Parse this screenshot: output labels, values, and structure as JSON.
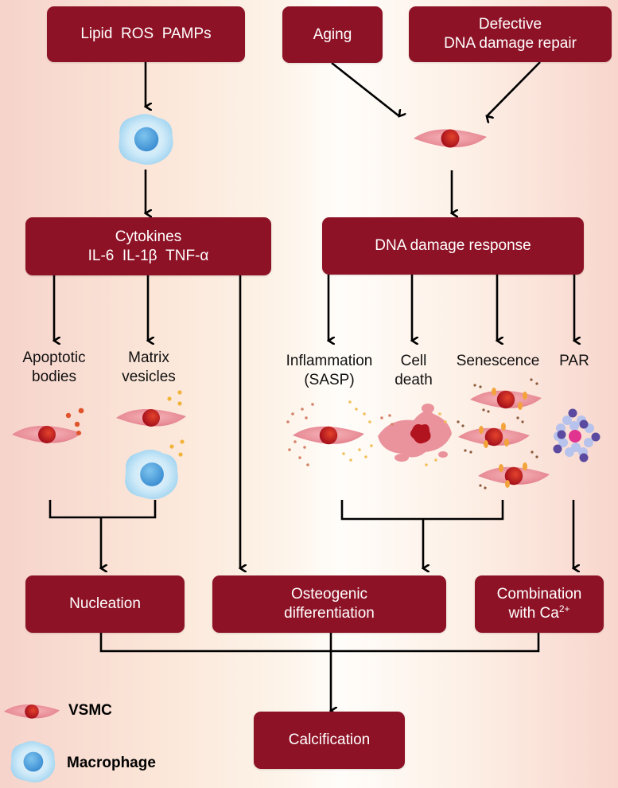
{
  "colors": {
    "box_fill": "#8e1226",
    "box_text": "#ffffff",
    "arrow": "#000000",
    "vsmc_body": "#e88b95",
    "vsmc_nucleus": "#c0161f",
    "macrophage_body": "#bfe3f5",
    "macrophage_nucleus": "#4fa7e0"
  },
  "boxes": {
    "lipid_ros_pamps": "Lipid  ROS  PAMPs",
    "aging": "Aging",
    "defective_repair_line1": "Defective",
    "defective_repair_line2": "DNA damage repair",
    "cytokines_line1": "Cytokines",
    "cytokines_line2": "IL-6  IL-1β  TNF-α",
    "dna_damage_response": "DNA damage response",
    "nucleation": "Nucleation",
    "osteogenic_line1": "Osteogenic",
    "osteogenic_line2": "differentiation",
    "combination_line1": "Combination",
    "combination_line2_prefix": "with Ca",
    "combination_line2_sup": "2+",
    "calcification": "Calcification"
  },
  "labels": {
    "apoptotic_line1": "Apoptotic",
    "apoptotic_line2": "bodies",
    "matrix_line1": "Matrix",
    "matrix_line2": "vesicles",
    "inflammation_line1": "Inflammation",
    "inflammation_line2": "(SASP)",
    "cell_death_line1": "Cell",
    "cell_death_line2": "death",
    "senescence": "Senescence",
    "par": "PAR"
  },
  "legend": {
    "vsmc": "VSMC",
    "macrophage": "Macrophage"
  }
}
